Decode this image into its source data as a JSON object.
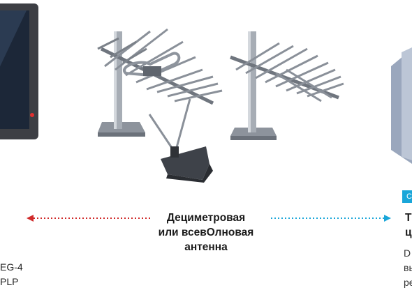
{
  "center_caption": [
    "Дециметровая",
    "или всевОлновая",
    "антенна"
  ],
  "left_fragment": [
    "EG-4",
    "PLP"
  ],
  "right_title_fragment": [
    "Т",
    "ц"
  ],
  "right_body_fragment": [
    "D",
    "вы",
    "ре"
  ],
  "right_badge_fragment": "С",
  "arrow_colors": {
    "left": "#d02a2a",
    "right": "#1aa6d9"
  }
}
